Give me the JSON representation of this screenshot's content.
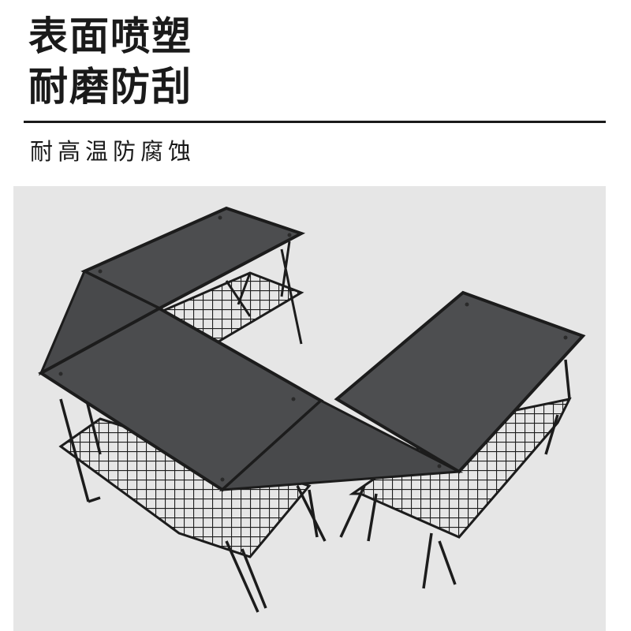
{
  "headline": {
    "line1": "表面喷塑",
    "line2": "耐磨防刮"
  },
  "subheadline": "耐高温防腐蚀",
  "product_photo": {
    "description_icon": "folding-table-set-photo",
    "background_color": "#e6e6e6",
    "tabletop_color": "#4a4b4d",
    "frame_color": "#1c1c1c"
  }
}
